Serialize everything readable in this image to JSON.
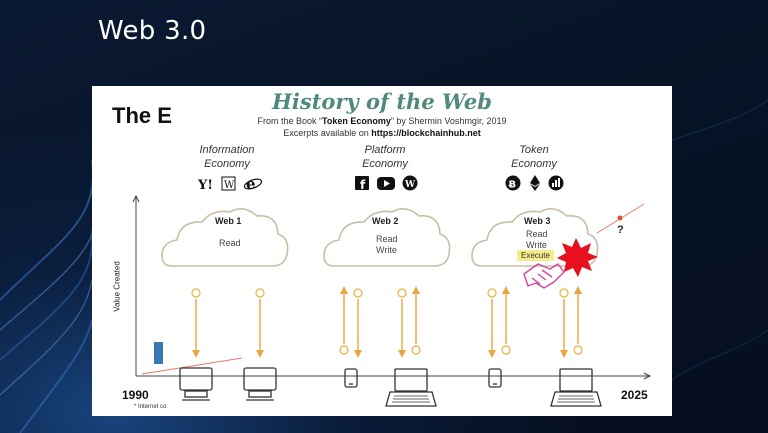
{
  "slide": {
    "title": "Web 3.0"
  },
  "panel": {
    "behind_text": "The E",
    "header": {
      "title": "History of the Web",
      "line1_prefix": "From the Book “",
      "line1_book": "Token Economy",
      "line1_suffix": "” by Shermin Voshmgir, 2019",
      "line2_prefix": "Excerpts available on ",
      "line2_url": "https://blockchainhub.net"
    },
    "axis": {
      "y_label": "Value Created",
      "start_year": "1990",
      "end_year": "2025",
      "question": "?"
    },
    "footnote": "* Internet co",
    "columns": [
      {
        "economy_line1": "Information",
        "economy_line2": "Economy",
        "web": "Web 1",
        "items": [
          "Read"
        ],
        "icons": [
          "yahoo-icon",
          "wikipedia-icon",
          "internet-explorer-icon"
        ]
      },
      {
        "economy_line1": "Platform",
        "economy_line2": "Economy",
        "web": "Web 2",
        "items": [
          "Read",
          "Write"
        ],
        "icons": [
          "facebook-icon",
          "youtube-icon",
          "wordpress-icon"
        ]
      },
      {
        "economy_line1": "Token",
        "economy_line2": "Economy",
        "web": "Web 3",
        "items": [
          "Read",
          "Write"
        ],
        "execute": "Execute",
        "icons": [
          "bitcoin-icon",
          "ethereum-icon",
          "chart-token-icon"
        ]
      }
    ],
    "icon_glyphs": {
      "yahoo": "Y!",
      "wikipedia": "W",
      "ie": "e",
      "facebook": "f",
      "wordpress": "W",
      "bitcoin": "Ƀ"
    },
    "colors": {
      "title": "#4f8a7d",
      "arrow": "#e8a640",
      "sun": "#e8b23c",
      "cloud_stroke": "#c9bfa6",
      "starburst": "#e8101c",
      "hand": "#d4449c",
      "highlight": "#f6ee8c"
    }
  }
}
